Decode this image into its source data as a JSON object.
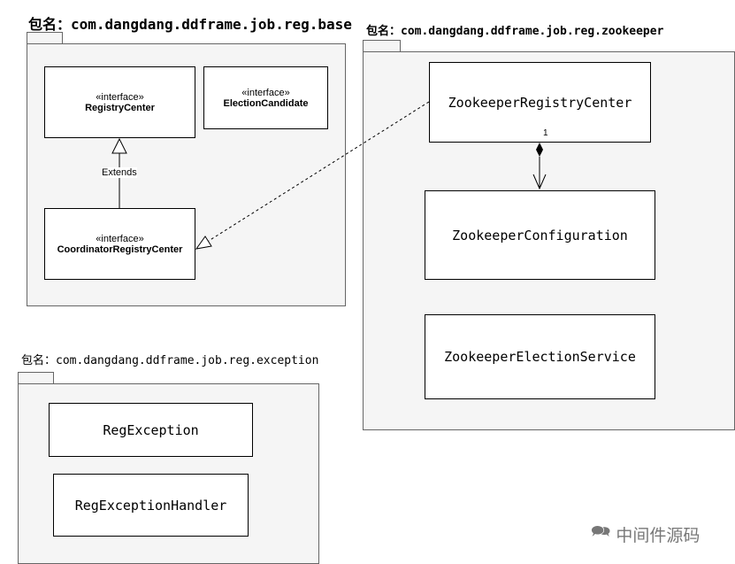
{
  "packages": {
    "base": {
      "title": "包名：com.dangdang.ddframe.job.reg.base",
      "classes": [
        {
          "stereotype": "«interface»",
          "name": "RegistryCenter"
        },
        {
          "stereotype": "«interface»",
          "name": "ElectionCandidate"
        },
        {
          "stereotype": "«interface»",
          "name": "CoordinatorRegistryCenter"
        }
      ],
      "extends_label": "Extends"
    },
    "zookeeper": {
      "title": "包名：com.dangdang.ddframe.job.reg.zookeeper",
      "classes": [
        "ZookeeperRegistryCenter",
        "ZookeeperConfiguration",
        "ZookeeperElectionService"
      ],
      "multiplicity": "1"
    },
    "exception": {
      "title": "包名：com.dangdang.ddframe.job.reg.exception",
      "classes": [
        "RegException",
        "RegExceptionHandler"
      ]
    }
  },
  "watermark": "中间件源码"
}
